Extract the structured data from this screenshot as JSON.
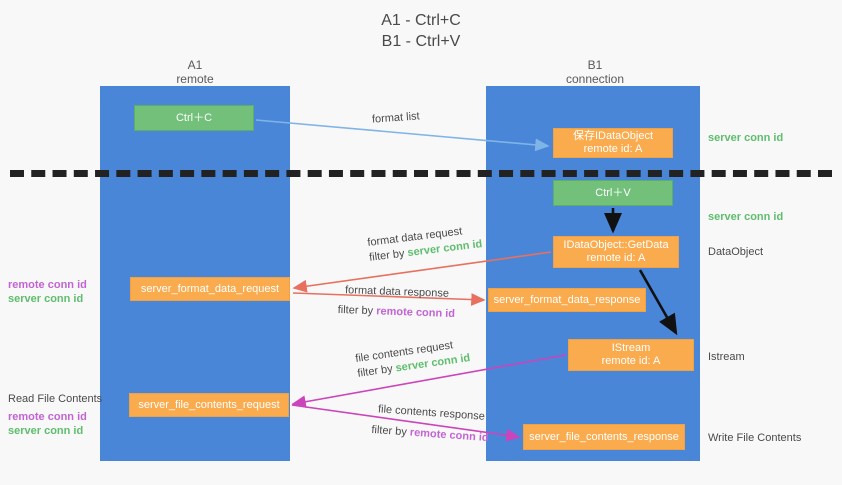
{
  "title": {
    "line1": "A1 - Ctrl+C",
    "line2": "B1 - Ctrl+V"
  },
  "columns": {
    "a1": {
      "name": "A1",
      "role": "remote"
    },
    "b1": {
      "name": "B1",
      "role": "connection"
    }
  },
  "boxes": {
    "ctrl_c": {
      "label": "Ctrl＋C",
      "color": "#72c07a"
    },
    "ctrl_v": {
      "label": "Ctrl＋V",
      "color": "#72c07a"
    },
    "save_idataobject": {
      "line1": "保存IDataObject",
      "line2": "remote id: A",
      "color": "#f9ab4e"
    },
    "getdata": {
      "line1": "IDataObject::GetData",
      "line2": "remote id: A",
      "color": "#f9ab4e"
    },
    "istream": {
      "line1": "IStream",
      "line2": "remote id: A",
      "color": "#f9ab4e"
    },
    "server_format_data_request": {
      "label": "server_format_data_request",
      "color": "#f9ab4e"
    },
    "server_format_data_response": {
      "label": "server_format_data_response",
      "color": "#f9ab4e"
    },
    "server_file_contents_request": {
      "label": "server_file_contents_request",
      "color": "#f9ab4e"
    },
    "server_file_contents_response": {
      "label": "server_file_contents_response",
      "color": "#f9ab4e"
    }
  },
  "edge_labels": {
    "format_list": "format list",
    "format_data_request": "format data request",
    "format_data_response": "format data response",
    "file_contents_request": "file contents request",
    "file_contents_response": "file contents response",
    "filter_by": "filter by"
  },
  "annotations": {
    "server_conn_id": "server conn id",
    "remote_conn_id": "remote conn id",
    "data_object": "DataObject",
    "istream": "Istream",
    "write_file_contents": "Write File Contents",
    "read_file_contents": "Read File Contents"
  },
  "colors": {
    "lane": "#4a86d8",
    "green_box": "#72c07a",
    "orange_box": "#f9ab4e",
    "green_text": "#5fbd6e",
    "purple_text": "#c264d4",
    "arrow_blue": "#7fb4e8",
    "arrow_red": "#e8705f",
    "arrow_magenta": "#cc44bb",
    "arrow_black": "#111111",
    "background": "#f8f8f8"
  }
}
